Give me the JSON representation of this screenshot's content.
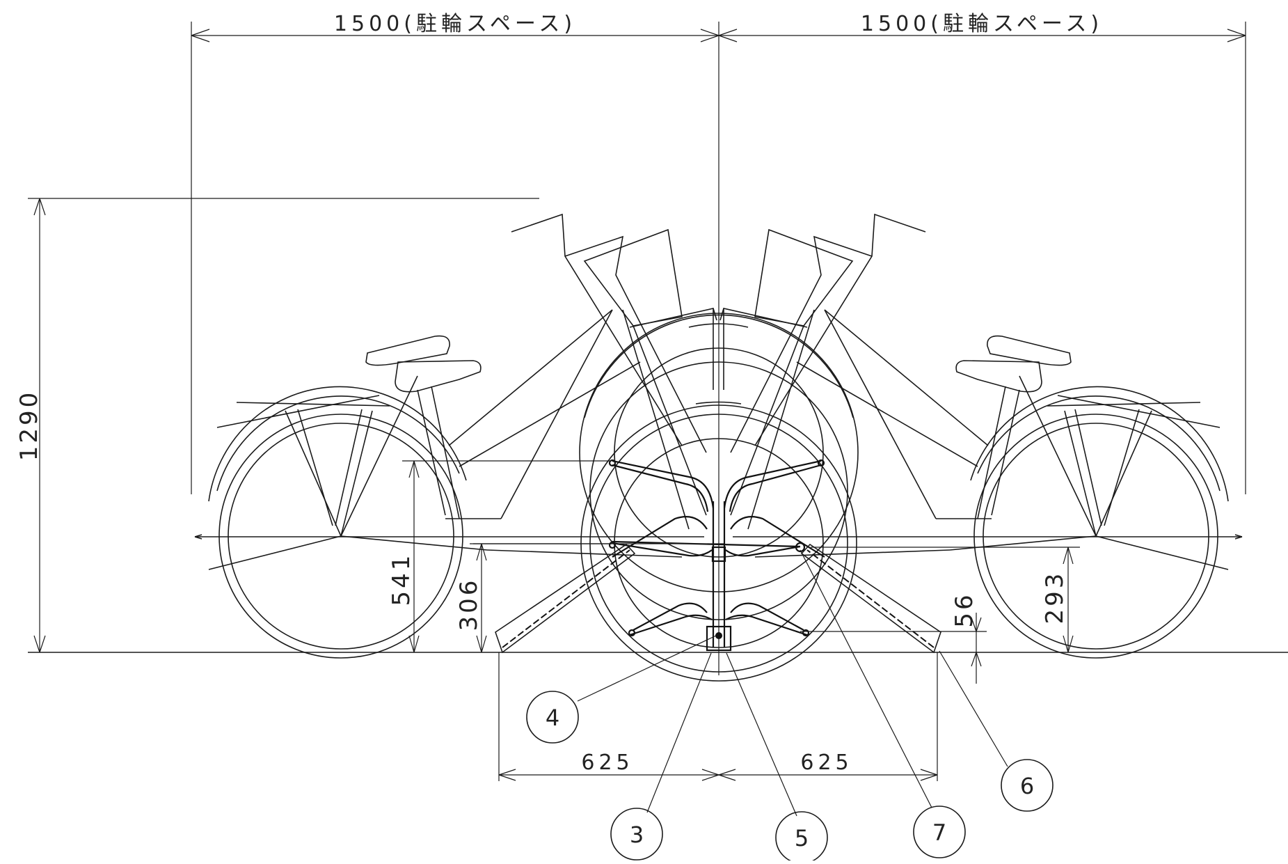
{
  "dimensions": {
    "top_left": "1500(駐輪スペース)",
    "top_right": "1500(駐輪スペース)",
    "total_height": "1290",
    "left_upper_hook": "541",
    "left_lower_hook": "306",
    "right_lower_hook": "293",
    "base_offset": "56",
    "base_left": "625",
    "base_right": "625"
  },
  "callouts": [
    {
      "label": "4"
    },
    {
      "label": "3"
    },
    {
      "label": "5"
    },
    {
      "label": "7"
    },
    {
      "label": "6"
    }
  ]
}
